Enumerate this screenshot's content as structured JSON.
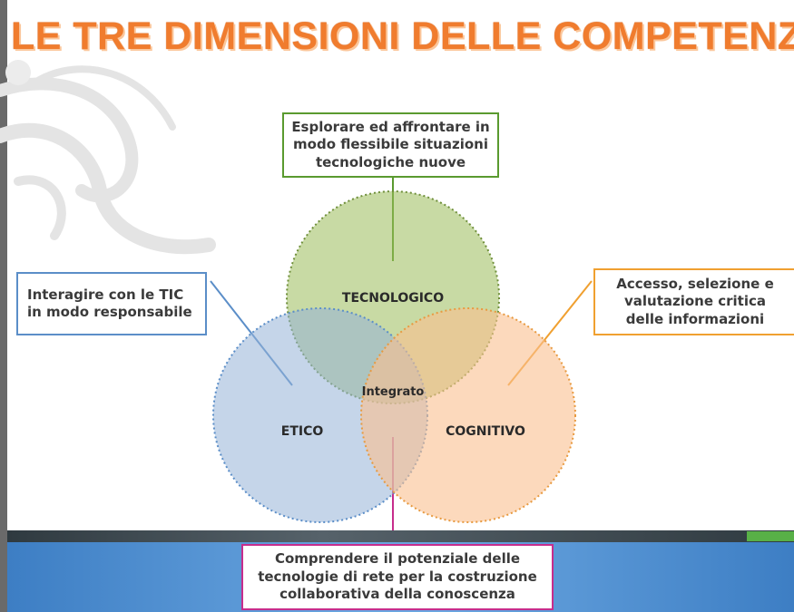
{
  "title": "LE TRE DIMENSIONI DELLE COMPETENZE DIGITALI",
  "circles": {
    "tecnologico": {
      "label": "TECNOLOGICO",
      "color": "#9bbb59"
    },
    "etico": {
      "label": "ETICO",
      "color": "#95b3d7"
    },
    "cognitivo": {
      "label": "COGNITIVO",
      "color": "#fac08f"
    },
    "center": {
      "label": "Integrato"
    }
  },
  "boxes": {
    "tecnologico": {
      "text": "Esplorare ed affrontare in\nmodo flessibile situazioni\ntecnologiche nuove",
      "border_color": "#5a9a2f"
    },
    "etico": {
      "text": "Interagire con le TIC\nin modo responsabile",
      "border_color": "#5b8ec8"
    },
    "cognitivo": {
      "text": "Accesso, selezione e\nvalutazione critica\ndelle informazioni",
      "border_color": "#f0a030"
    },
    "collaborativo": {
      "text": "Comprendere il potenziale delle\ntecnologie di rete per la costruzione\ncollaborativa della conoscenza",
      "border_color": "#c72d8c"
    }
  },
  "theme": {
    "title_color": "#f07c2e",
    "footer_blue": "#4a8fd4",
    "footer_dark": "#3a444a",
    "footer_green": "#58b047"
  }
}
